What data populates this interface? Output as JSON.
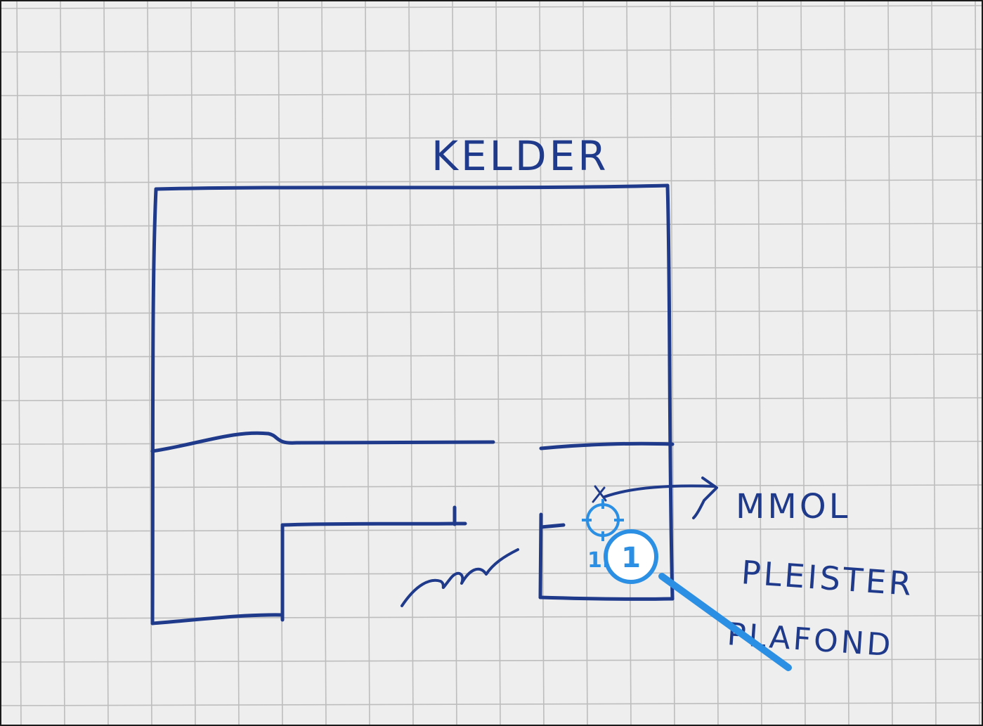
{
  "sketch": {
    "title": "KELDER",
    "annotation_lines": [
      "MMOL",
      "PLEISTER",
      "PLAFOND"
    ]
  },
  "marker": {
    "ref_label": "1.1",
    "number_label": "1",
    "color": "#2b8fe3"
  },
  "colors": {
    "paper": "#eeeeee",
    "grid": "#bdbdbd",
    "ink": "#1f3a8a"
  }
}
